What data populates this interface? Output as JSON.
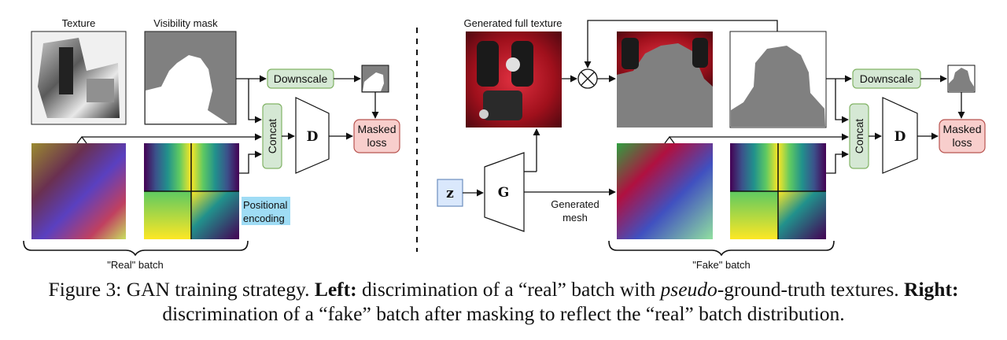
{
  "left_panel": {
    "texture_label": "Texture",
    "mask_label": "Visibility mask",
    "downscale_label": "Downscale",
    "concat_label": "Concat",
    "discriminator_label": "D",
    "loss_label_line1": "Masked",
    "loss_label_line2": "loss",
    "posenc_label_line1": "Positional",
    "posenc_label_line2": "encoding",
    "batch_label": "\"Real\" batch"
  },
  "right_panel": {
    "full_texture_label": "Generated full texture",
    "downscale_label": "Downscale",
    "concat_label": "Concat",
    "discriminator_label": "D",
    "generator_label": "G",
    "latent_label": "z",
    "mesh_label_line1": "Generated",
    "mesh_label_line2": "mesh",
    "loss_label_line1": "Masked",
    "loss_label_line2": "loss",
    "batch_label": "\"Fake\" batch"
  },
  "caption": {
    "prefix": "Figure 3: GAN training strategy.",
    "left_bold": "Left:",
    "left_text_1": "discrimination of a “real” batch with",
    "left_italic": "pseudo",
    "left_text_2": "-ground-truth textures.",
    "right_bold": "Right:",
    "right_text": "discrimination of a “fake” batch after masking to reflect the “real” batch distribution."
  },
  "colors": {
    "box_green_fill": "#d5e8d4",
    "box_green_stroke": "#82b366",
    "box_red_fill": "#f8cecc",
    "box_red_stroke": "#b85450",
    "box_blue_fill": "#dae8fc",
    "box_blue_stroke": "#6c8ebf",
    "mask_gray": "#808080",
    "posenc_highlight": "#9fdcf5"
  }
}
